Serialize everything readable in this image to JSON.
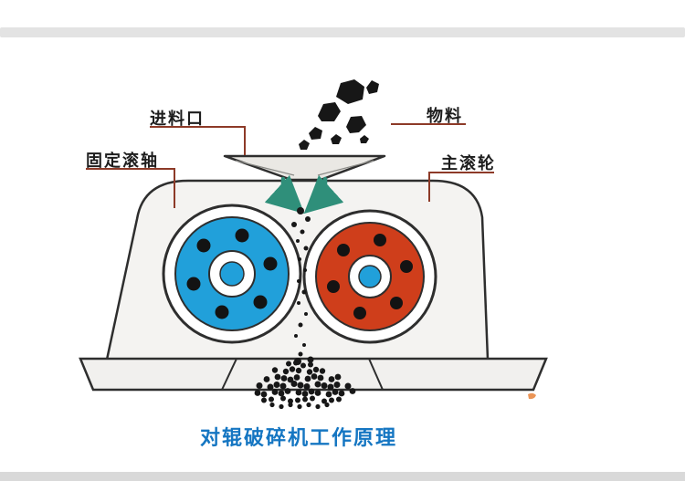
{
  "diagram": {
    "title": "对辊破碎机工作原理",
    "labels": {
      "feed_inlet": "进料口",
      "material": "物料",
      "fixed_roller": "固定滚轴",
      "main_roller": "主滚轮"
    }
  },
  "colors": {
    "left_roller": "#21a0da",
    "right_roller": "#cf3e1b",
    "hub_center": "#21a0da",
    "bolt": "#131313",
    "rock": "#171717",
    "arrow": "#2f8f7a",
    "leader_line": "#8d3a28",
    "title_text": "#1576c2",
    "label_text": "#1d1d1d",
    "outline": "#2e2e2e",
    "body_fill": "#f4f3f1",
    "base_fill": "#f1f0ee",
    "hopper_fill": "#eae8e4",
    "bar_top": "#e3e3e3",
    "bar_bottom": "#d9d9d9",
    "background": "#ffffff"
  }
}
